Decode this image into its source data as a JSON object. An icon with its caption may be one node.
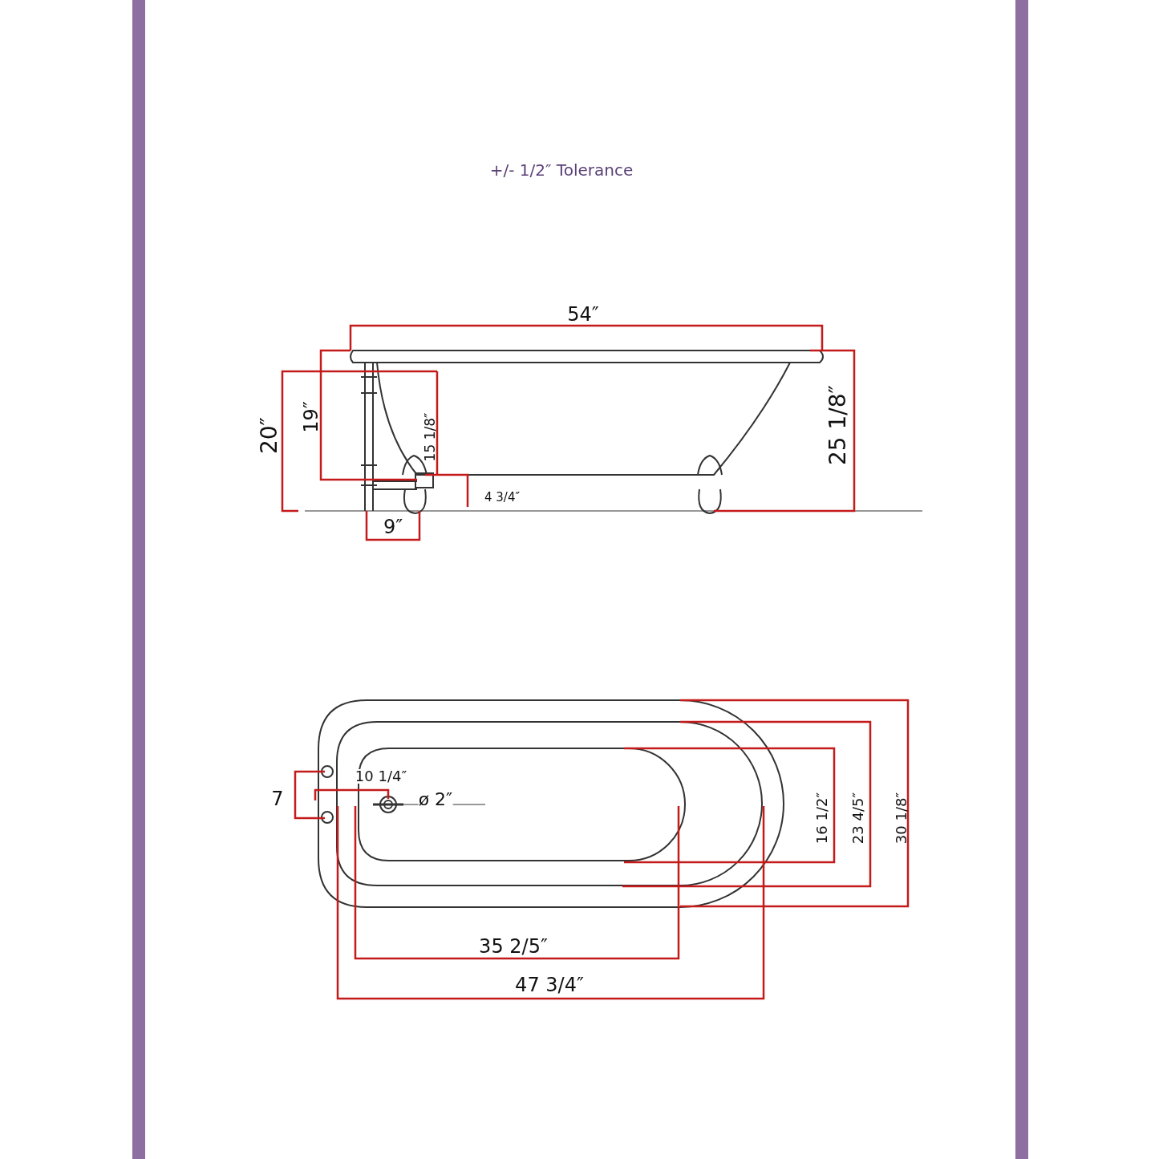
{
  "diagram": {
    "labels": [
      "+/- 1/2″ Tolerance",
      "54″",
      "20″",
      "19″",
      "15 1/8″",
      "25 1/8″",
      "4 3/4″",
      "9″",
      "7",
      "10 1/4″",
      "ø 2″",
      "16 1/2″",
      "23 4/5″",
      "30 1/8″",
      "35 2/5″",
      "47 3/4″"
    ]
  }
}
